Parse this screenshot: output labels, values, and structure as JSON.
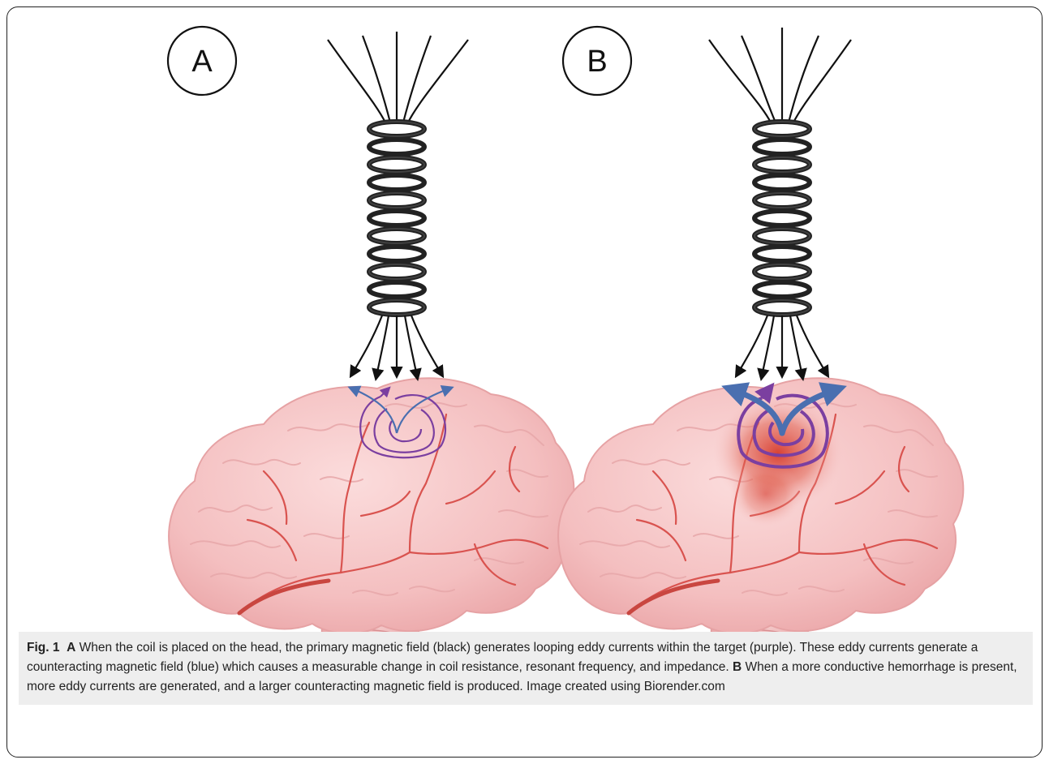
{
  "panels": [
    {
      "label": "A"
    },
    {
      "label": "B"
    }
  ],
  "caption": {
    "fig_label": "Fig. 1",
    "a_label": "A",
    "a_text": " When the coil is placed on the head, the primary magnetic field (black) generates looping eddy currents within the target (purple). These eddy currents generate a counteracting magnetic field (blue) which causes a measurable change in coil resistance, resonant frequency, and impedance. ",
    "b_label": "B",
    "b_text": " When a more conductive hemorrhage is present, more eddy currents are generated, and a larger counteracting magnetic field is produced. Image created using Biorender.com"
  },
  "colors": {
    "primary_field": "#111111",
    "eddy_currents": "#7b3fa0",
    "counter_field": "#4a6fb0",
    "brain": "#f5c6c6",
    "vessels": "#d9534f",
    "hemorrhage": "#d84a3c"
  }
}
